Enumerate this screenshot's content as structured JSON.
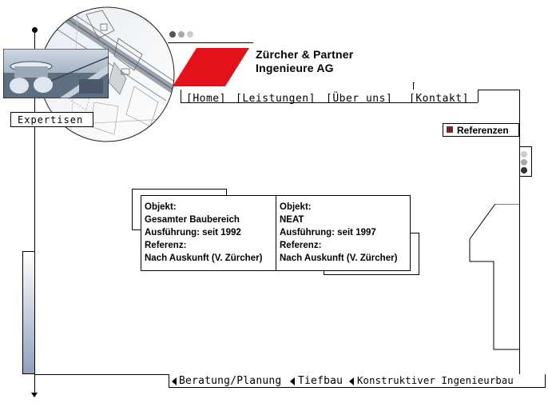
{
  "brand": {
    "name_line1": "Zürcher & Partner",
    "name_line2": "Ingenieure AG",
    "accent_color": "#e3121b"
  },
  "section_label": "Expertisen",
  "nav": {
    "items": [
      {
        "label": "[Home]"
      },
      {
        "label": "[Leistungen]"
      },
      {
        "label": "[Über uns]"
      },
      {
        "label": "[Kontakt]"
      }
    ]
  },
  "referenzen_button": {
    "label": "Referenzen",
    "icon": "square-bullet-icon"
  },
  "cards": [
    {
      "objekt_label": "Objekt:",
      "objekt_value": "Gesamter Baubereich",
      "ausfuehrung": "Ausführung: seit 1992",
      "referenz_label": "Referenz:",
      "referenz_value": "Nach Auskunft (V. Zürcher)"
    },
    {
      "objekt_label": "Objekt:",
      "objekt_value": "NEAT",
      "ausfuehrung": "Ausführung: seit 1997",
      "referenz_label": "Referenz:",
      "referenz_value": "Nach Auskunft (V. Zürcher)"
    }
  ],
  "bottom_nav": {
    "items": [
      {
        "label": "Beratung/Planung",
        "icon": "triangle-left-icon"
      },
      {
        "label": "Tiefbau",
        "icon": "triangle-left-icon"
      },
      {
        "label": "Konstruktiver Ingenieurbau",
        "icon": "triangle-left-icon"
      }
    ]
  }
}
